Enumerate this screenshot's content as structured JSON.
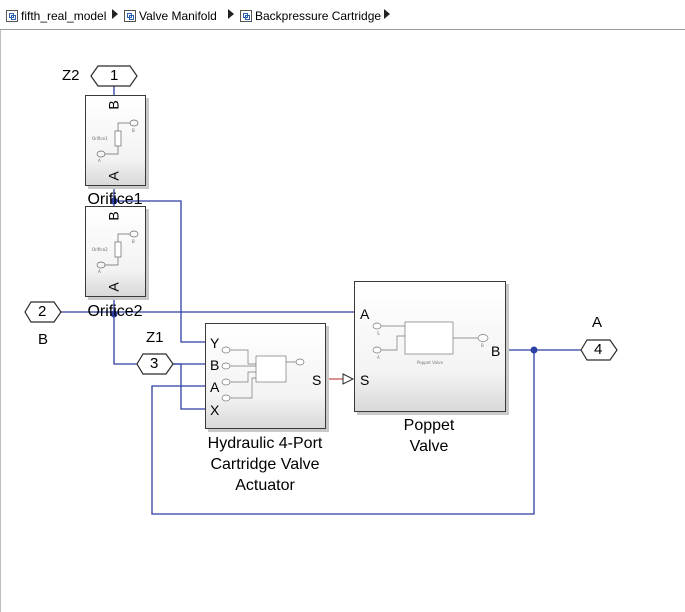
{
  "breadcrumb": {
    "items": [
      {
        "label": "fifth_real_model"
      },
      {
        "label": "Valve Manifold"
      },
      {
        "label": "Backpressure Cartridge"
      }
    ]
  },
  "ports": {
    "top_in": {
      "number": "1",
      "tag": "Z2"
    },
    "left_in": {
      "number": "2",
      "tag": "B"
    },
    "mid_in": {
      "number": "3",
      "tag": "Z1"
    },
    "right_out": {
      "number": "4",
      "tag": "A"
    }
  },
  "blocks": {
    "orifice1": {
      "caption": "Orifice1",
      "port_top": "B",
      "port_bottom": "A",
      "inner_label": "Orifice1",
      "inner_port_a": "A",
      "inner_port_b": "B"
    },
    "orifice2": {
      "caption": "Orifice2",
      "port_top": "B",
      "port_bottom": "A",
      "inner_label": "Orifice2",
      "inner_port_a": "A",
      "inner_port_b": "B"
    },
    "actuator": {
      "caption_lines": [
        "Hydraulic 4-Port",
        "Cartridge Valve",
        "Actuator"
      ],
      "ports_left": [
        "Y",
        "B",
        "A",
        "X"
      ],
      "port_right": "S"
    },
    "poppet": {
      "caption_lines": [
        "Poppet",
        "Valve"
      ],
      "port_left_top": "A",
      "port_left_bottom": "S",
      "port_right": "B",
      "inner_label": "Poppet Valve",
      "inner_port_s": "S",
      "inner_port_a": "A",
      "inner_port_b": "B"
    }
  },
  "colors": {
    "connection": "#2e3fa3",
    "signal": "#c0504d",
    "junction": "#2e3fa3"
  }
}
